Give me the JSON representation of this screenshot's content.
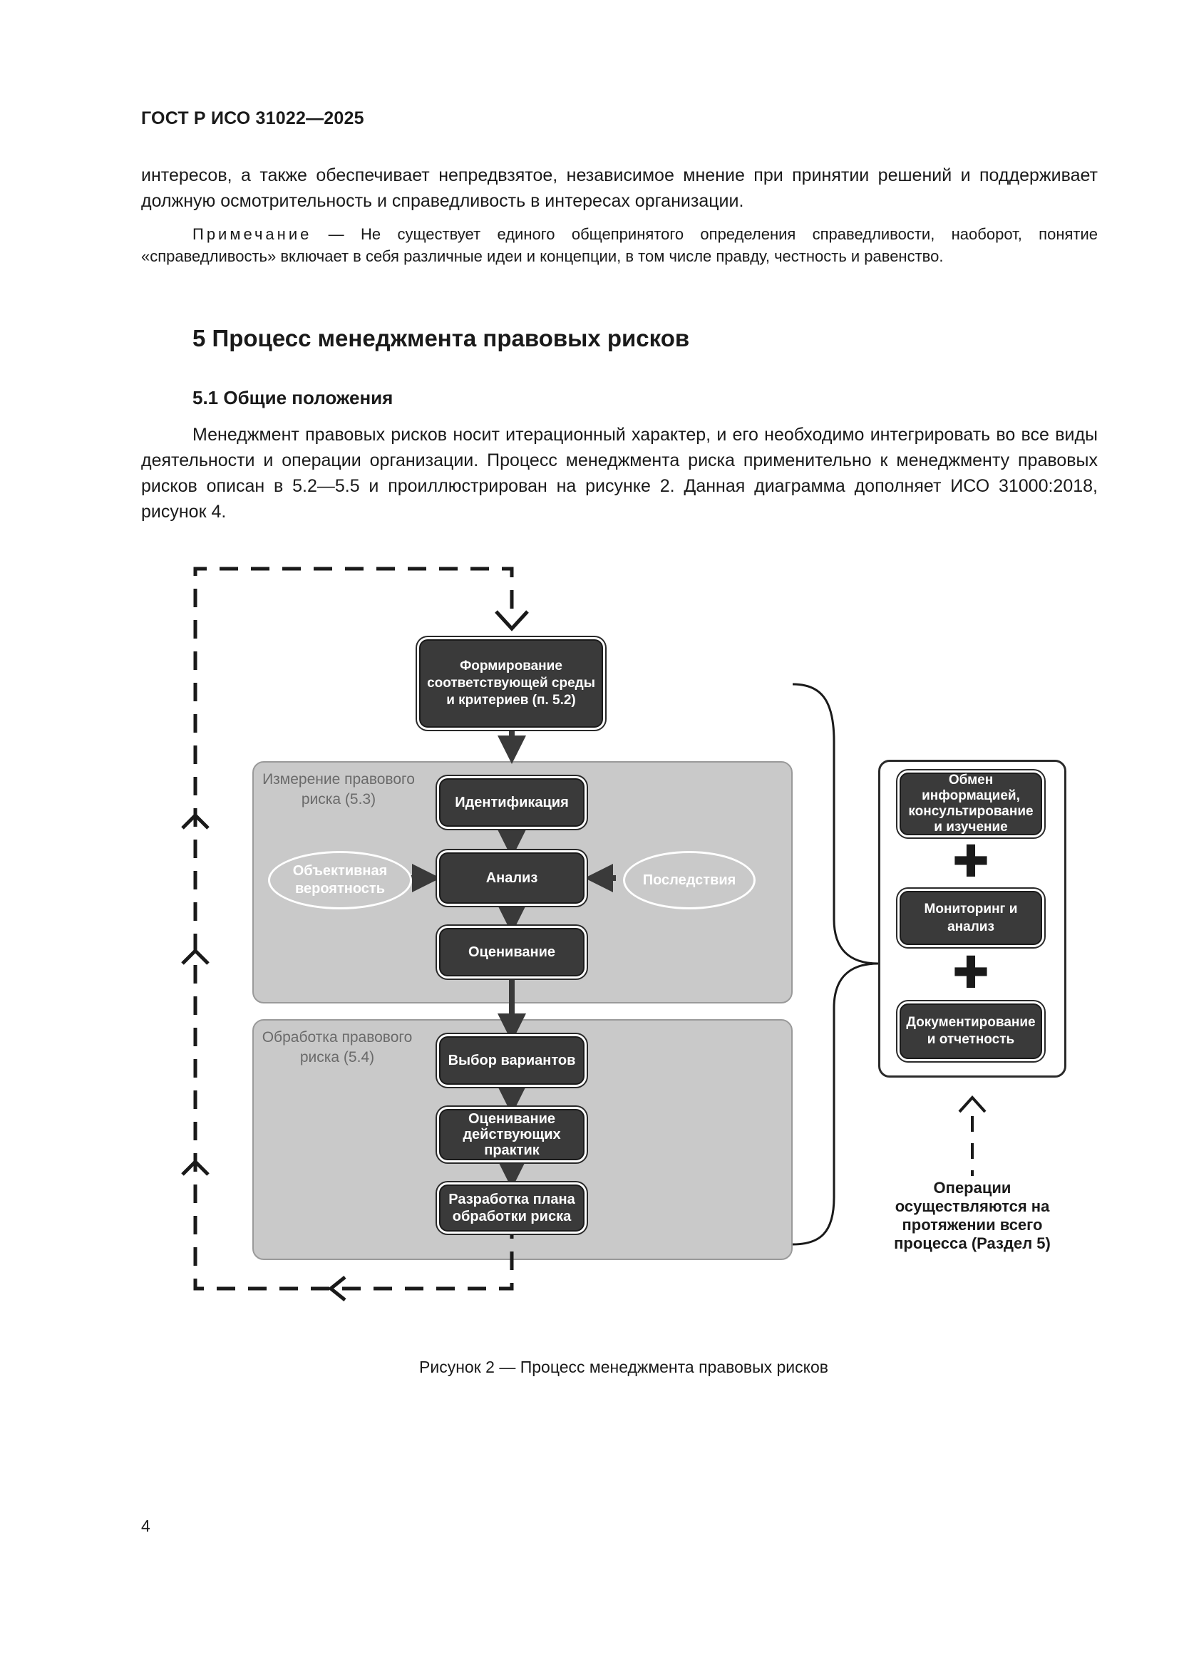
{
  "header": {
    "doc_code": "ГОСТ Р ИСО 31022—2025"
  },
  "intro_paragraph": "интересов, а также обеспечивает непредвзятое, независимое мнение при принятии решений и поддерживает должную осмотрительность и справедливость в интересах организации.",
  "note": {
    "label": "Примечание",
    "text": " — Не существует единого общепринятого определения справедливости, наоборот, понятие «справедливость» включает в себя различные идеи и концепции, в том числе правду, честность и равенство."
  },
  "section": {
    "title": "5 Процесс менеджмента правовых рисков",
    "subsection_title": "5.1 Общие положения",
    "paragraph": "Менеджмент правовых рисков носит итерационный характер, и его необходимо интегрировать во все виды деятельности и операции организации. Процесс менеджмента риска применительно к менеджменту правовых рисков описан в 5.2—5.5 и проиллюстрирован на рисунке 2. Данная диаграмма дополняет ИСО 31000:2018, рисунок 4."
  },
  "diagram": {
    "top_box": "Формирование соответствующей среды и критериев (п. 5.2)",
    "measure_panel": {
      "label": "Измерение правового риска (5.3)",
      "identification": "Идентификация",
      "analysis": "Анализ",
      "evaluation": "Оценивание",
      "left_oval": "Объективная вероятность",
      "right_oval": "Последствия"
    },
    "treatment_panel": {
      "label": "Обработка правового риска (5.4)",
      "options": "Выбор вариантов",
      "practices": "Оценивание действующих практик",
      "plan": "Разработка плана обработки риска"
    },
    "side_panel": {
      "communication": "Обмен информацией, консультирование и изучение",
      "monitoring": "Мониторинг и анализ",
      "documentation": "Документирование и отчетность",
      "plus_glyph": "✚"
    },
    "operations_note": "Операции осуществляются на протяжении всего процесса (Раздел 5)"
  },
  "figure_caption": "Рисунок 2 — Процесс менеджмента правовых рисков",
  "page_number": "4"
}
